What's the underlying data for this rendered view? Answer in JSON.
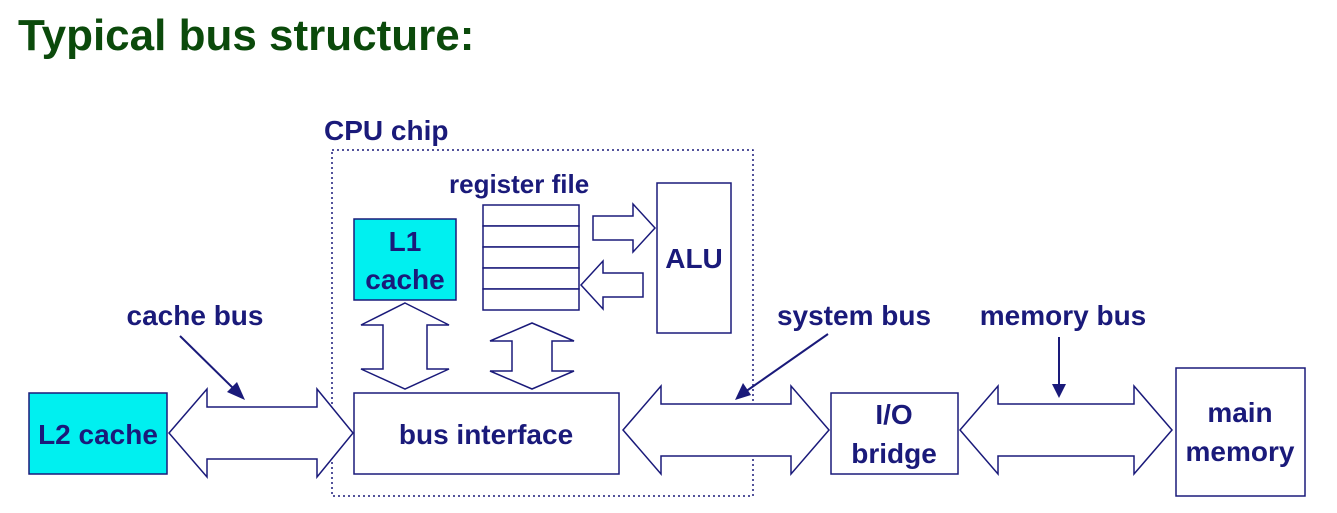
{
  "slide": {
    "title": "Typical bus structure:"
  },
  "labels": {
    "cpu_chip": "CPU chip",
    "register_file": "register file",
    "alu": "ALU",
    "l1_line1": "L1",
    "l1_line2": "cache",
    "l2_cache": "L2 cache",
    "bus_interface": "bus interface",
    "io_line1": "I/O",
    "io_line2": "bridge",
    "mem_line1": "main",
    "mem_line2": "memory",
    "cache_bus": "cache bus",
    "system_bus": "system bus",
    "memory_bus": "memory bus"
  },
  "colors": {
    "title": "#0b4a0b",
    "text": "#1a1a7a",
    "cache_fill": "#00f0f0",
    "stroke": "#1a1a7a"
  }
}
